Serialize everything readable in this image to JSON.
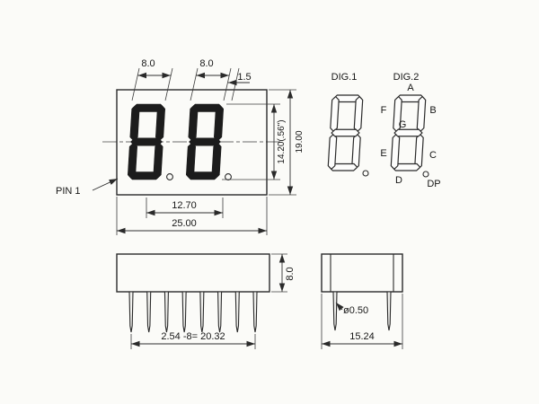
{
  "title": "dual-digit-seven-segment-display-mechanical-drawing",
  "front_view": {
    "dim_digit1_width": "8.0",
    "dim_digit2_width": "8.0",
    "dim_offset": "1.5",
    "dim_digit_height": "14.20(.56\")",
    "dim_total_height": "19.00",
    "dim_digit_pitch": "12.70",
    "dim_total_width": "25.00",
    "pin1_label": "PIN 1"
  },
  "segment_diagram": {
    "dig1_label": "DIG.1",
    "dig2_label": "DIG.2",
    "seg_a": "A",
    "seg_b": "B",
    "seg_c": "C",
    "seg_d": "D",
    "seg_e": "E",
    "seg_f": "F",
    "seg_g": "G",
    "seg_dp": "DP"
  },
  "side_view": {
    "dim_body_height": "8.0",
    "dim_pin_spacing": "2.54 -8= 20.32"
  },
  "end_view": {
    "dim_pin_diameter": "ø0.50",
    "dim_body_depth": "15.24"
  },
  "colors": {
    "line": "#2a2a2a",
    "segment_fill": "#1c1c1c",
    "background": "#fbfbf8"
  }
}
